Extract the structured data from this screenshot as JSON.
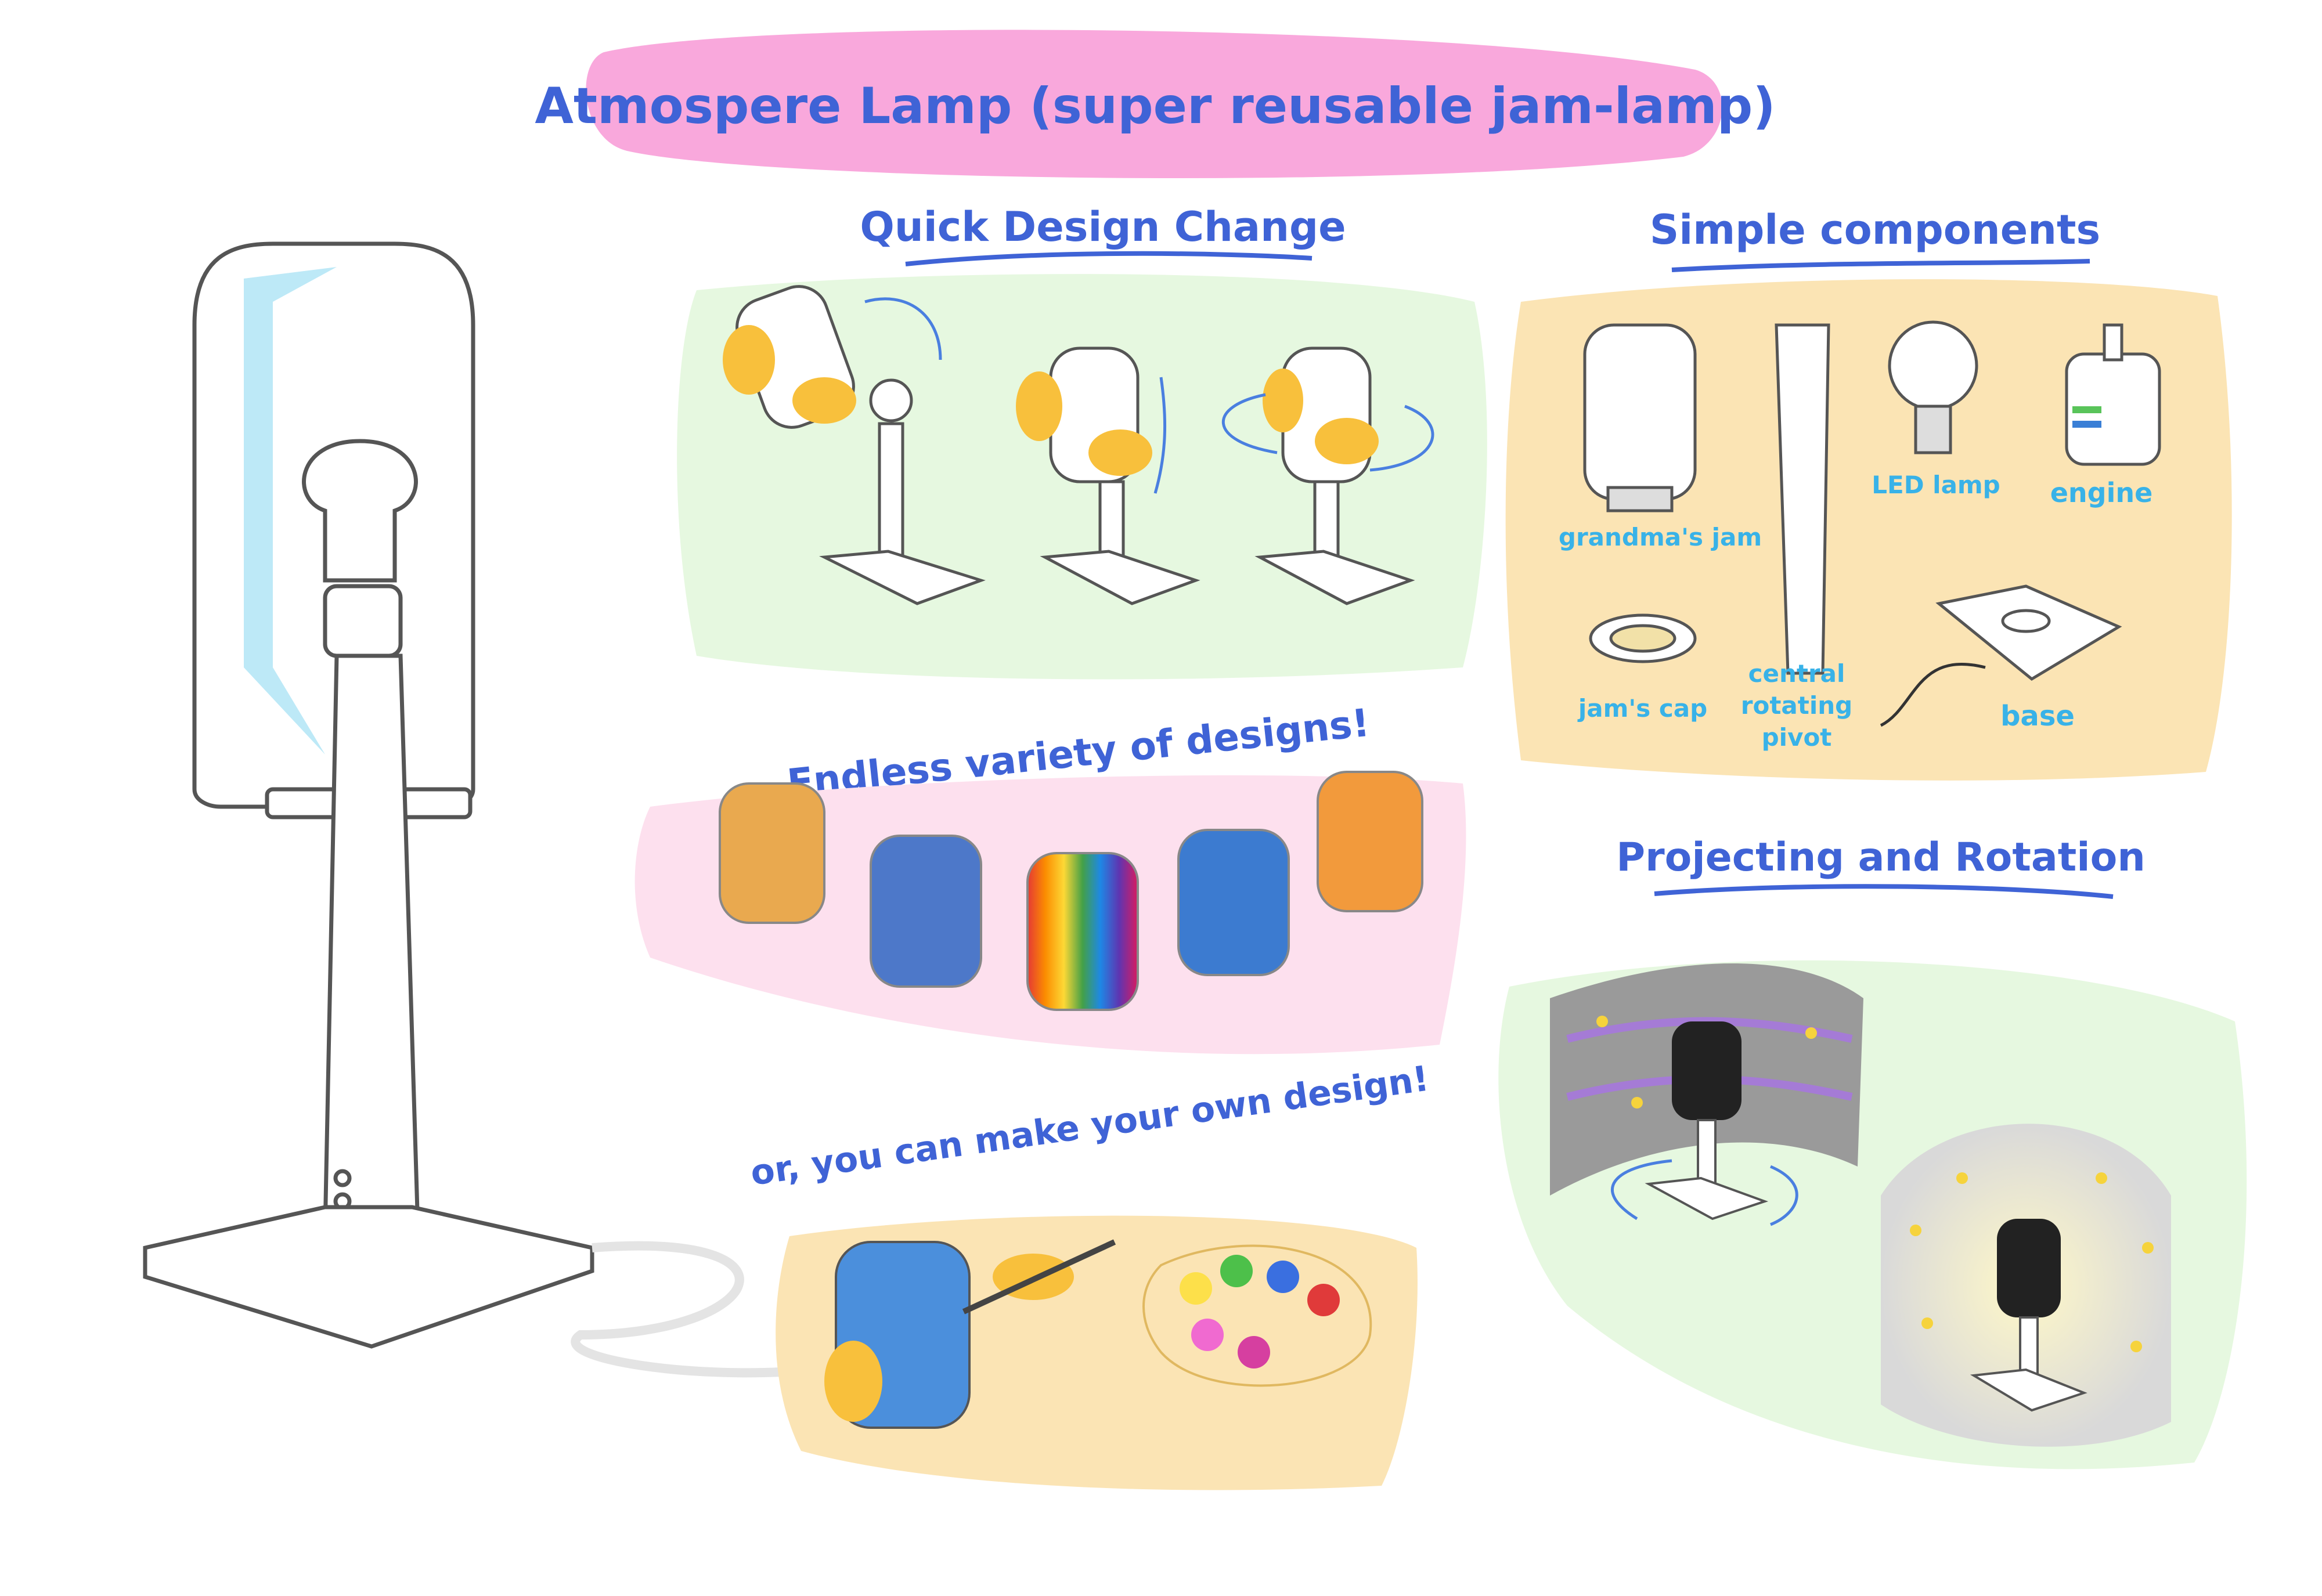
{
  "title": "Atmospere Lamp (super reusable jam-lamp)",
  "sections": {
    "quick_design": {
      "heading": "Quick Design Change"
    },
    "components": {
      "heading": "Simple components",
      "items": [
        {
          "key": "jam",
          "label": "grandma's jam"
        },
        {
          "key": "led",
          "label": "LED lamp"
        },
        {
          "key": "engine",
          "label": "engine"
        },
        {
          "key": "cap",
          "label": "jam's cap"
        },
        {
          "key": "pivot",
          "label": [
            "central",
            "rotating",
            "pivot"
          ]
        },
        {
          "key": "base",
          "label": "base"
        }
      ]
    },
    "variety": {
      "heading": "Endless variety of designs!"
    },
    "own_design": {
      "heading": "or, you can make your own design!"
    },
    "projecting": {
      "heading": "Projecting and Rotation"
    }
  },
  "colors": {
    "title_blob": "#f9a8dc",
    "heading_text": "#3f63d6",
    "label_text": "#38b2e8",
    "green_blob": "#e6f8e0",
    "orange_blob": "#fbe4b4",
    "pink_blob": "#fde0ee",
    "hand": "#f8c03c",
    "outline": "#555555",
    "glass_highlight": "#bde9f7"
  }
}
